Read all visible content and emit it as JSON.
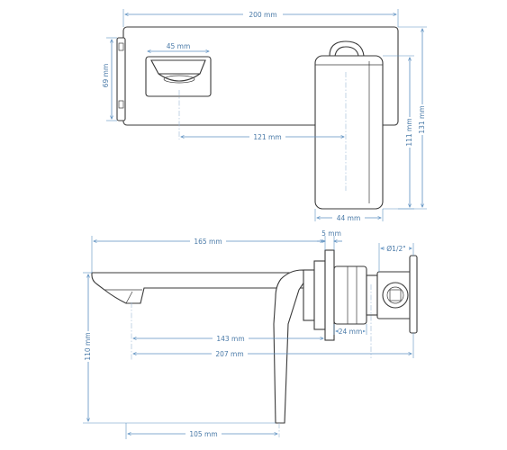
{
  "top_view": {
    "width_label": "200 mm",
    "plate_height_label": "69 mm",
    "spout_width_label": "45 mm",
    "spacing_label": "121 mm",
    "handle_width_label": "44 mm",
    "handle_height_label": "111 mm",
    "total_height_label": "131 mm"
  },
  "side_view": {
    "reach_label": "165 mm",
    "plate_thickness_label": "5 mm",
    "thread_label": "Ø1/2\"",
    "depth_spout_label": "143 mm",
    "body_label": "24 mm",
    "total_depth_label": "207 mm",
    "height_label": "110 mm",
    "handle_depth_label": "105 mm"
  },
  "colors": {
    "dimension": "#5b8fc0",
    "outline": "#3a3a3a"
  }
}
